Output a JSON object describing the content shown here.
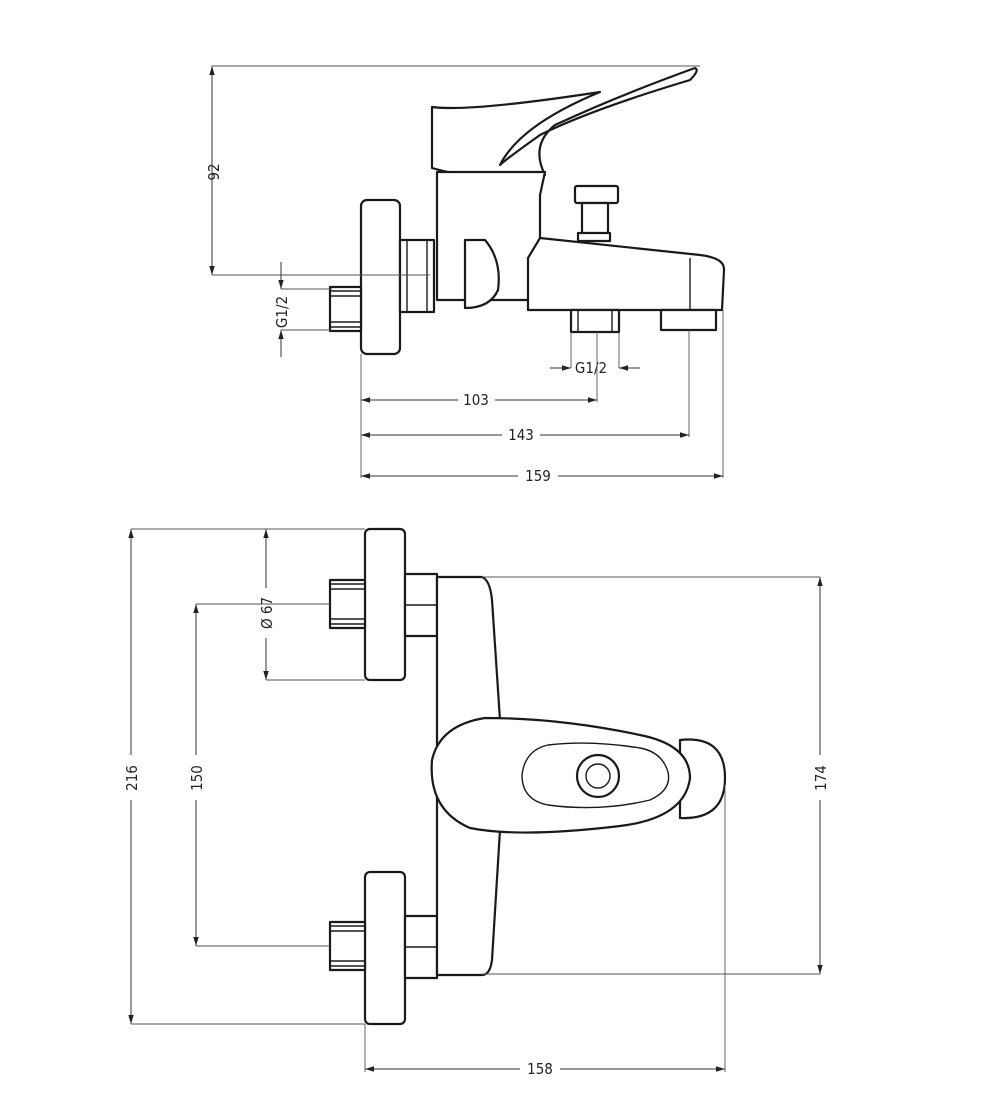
{
  "side_view": {
    "dim_height_handle": "92",
    "dim_inlet_thread": "G1/2",
    "dim_shower_thread": "G1/2",
    "dim_shower_outlet": "103",
    "dim_spout_outlet": "143",
    "dim_total_depth": "159"
  },
  "front_view": {
    "dim_flange_diameter": "Ø 67",
    "dim_total_height": "216",
    "dim_inlet_spacing": "150",
    "dim_body_height": "174",
    "dim_total_depth": "158"
  }
}
